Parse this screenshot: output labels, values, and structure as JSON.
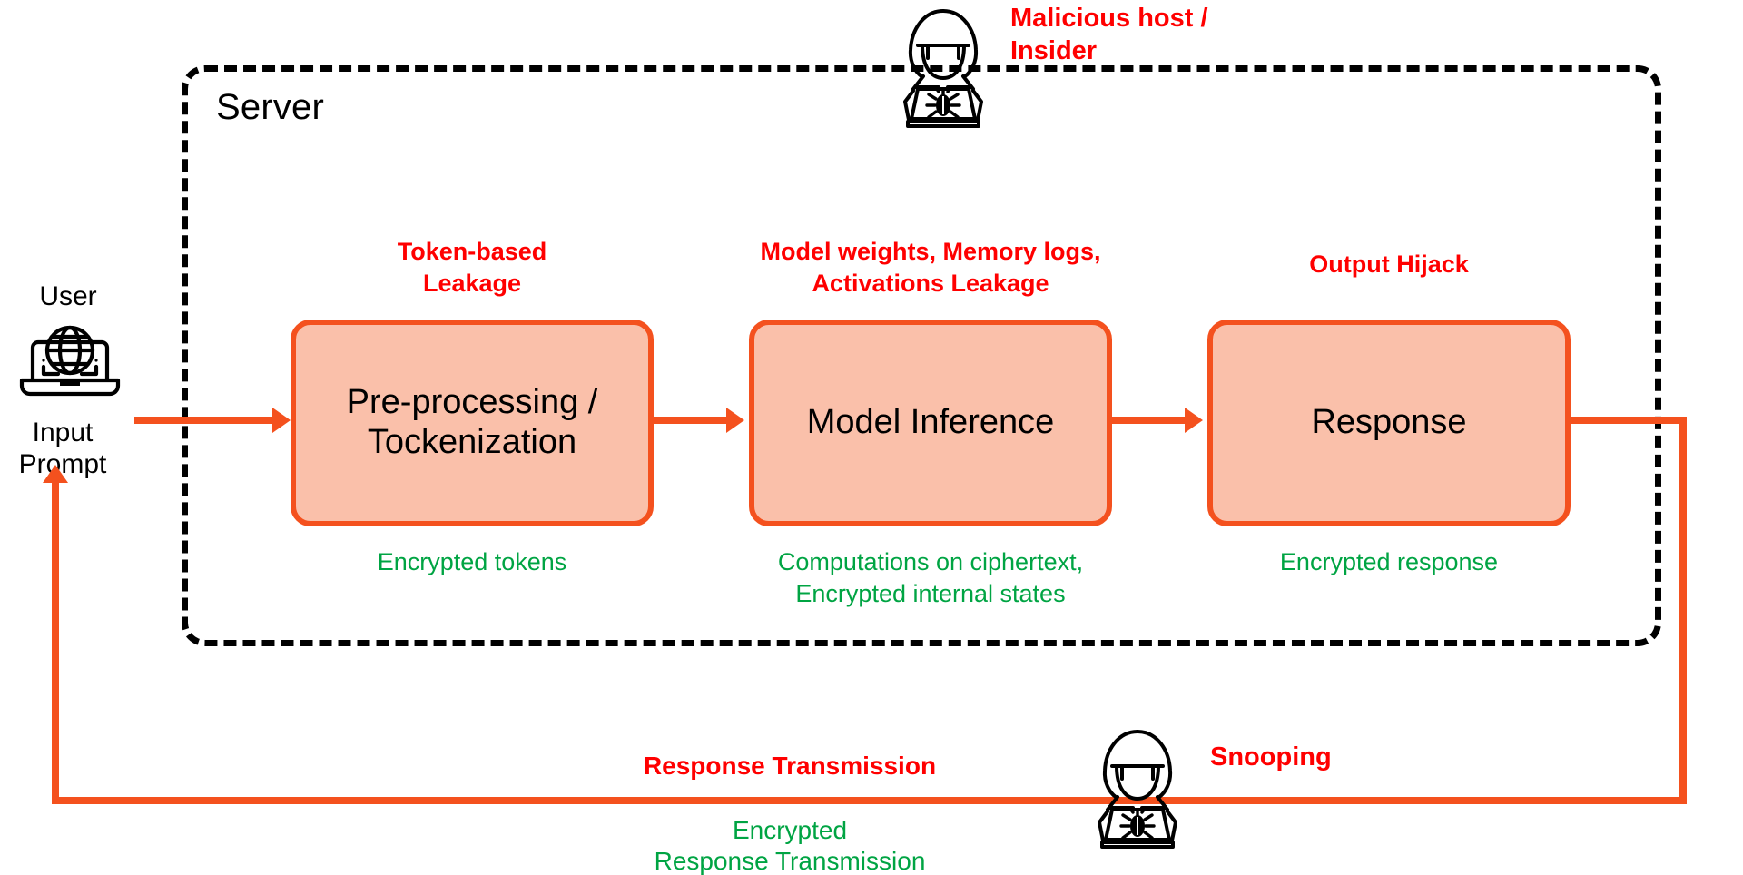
{
  "server": {
    "label": "Server"
  },
  "user": {
    "title": "User",
    "caption": "Input\nPrompt",
    "icon": "laptop-globe-icon"
  },
  "pipeline": {
    "stages": [
      {
        "name": "preprocessing",
        "label": "Pre-processing /\nTockenization",
        "threat": "Token-based\nLeakage",
        "mitigation": "Encrypted tokens"
      },
      {
        "name": "model-inference",
        "label": "Model Inference",
        "threat": "Model weights, Memory logs,\nActivations Leakage",
        "mitigation": "Computations on ciphertext,\nEncrypted internal states"
      },
      {
        "name": "response",
        "label": "Response",
        "threat": "Output Hijack",
        "mitigation": "Encrypted response"
      }
    ]
  },
  "actors": [
    {
      "name": "malicious-host",
      "label": "Malicious host /\nInsider",
      "icon": "hacker-laptop-bug-icon"
    },
    {
      "name": "snooper",
      "label": "Snooping",
      "icon": "hacker-laptop-bug-icon"
    }
  ],
  "transmission": {
    "threat": "Response Transmission",
    "mitigation": "Encrypted\nResponse Transmission"
  },
  "colors": {
    "threat_red": "#FF0000",
    "mitigation_green": "#00A443",
    "flow_orange": "#F4511E",
    "box_fill": "#FAC0AA",
    "outline_black": "#000000"
  }
}
